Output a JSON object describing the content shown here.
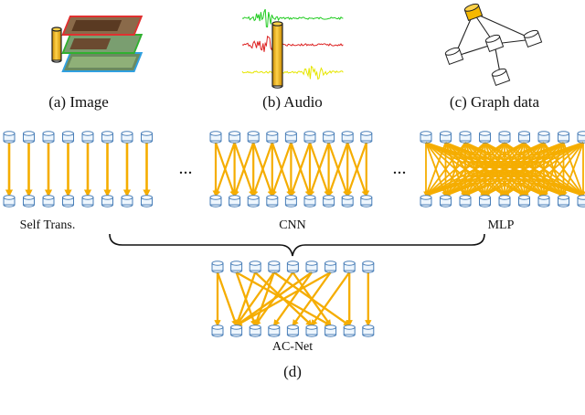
{
  "panels": {
    "image_caption": "(a) Image",
    "audio_caption": "(b) Audio",
    "graph_caption": "(c) Graph data",
    "d_caption": "(d)"
  },
  "networks": {
    "self_trans_label": "Self Trans.",
    "cnn_label": "CNN",
    "mlp_label": "MLP",
    "acnet_label": "AC-Net",
    "ellipsis": "..."
  },
  "colors": {
    "arrow": "#f5ad00",
    "node_stroke": "#4a7fb8",
    "node_fill": "#eef6fd",
    "wave_green": "#22cc22",
    "wave_red": "#dd2222",
    "wave_yellow": "#e6e600",
    "image_border_red": "#e03030",
    "image_border_green": "#30b030",
    "image_border_blue": "#30a0e0",
    "graph_highlight": "#f5b800"
  },
  "icons": {
    "node": "cylinder-node-icon",
    "time_slice": "cylinder-slice-icon"
  }
}
